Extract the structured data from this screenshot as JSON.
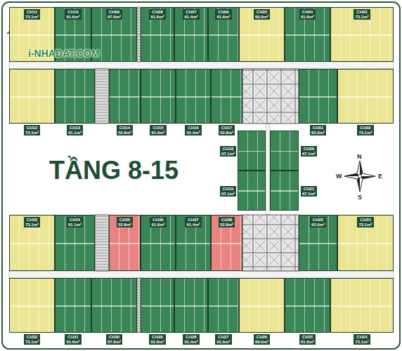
{
  "diagram": {
    "title": "TẦNG 8-15",
    "nodes": [
      {
        "text": [
          "CH11",
          "73.1m²"
        ]
      },
      {
        "text": [
          "CH10",
          "61.6m²"
        ]
      },
      {
        "text": [
          "CH09",
          "67.6m²"
        ]
      },
      {
        "text": [
          "CH08",
          "61.6m²"
        ]
      },
      {
        "text": [
          "CH07",
          "61.4m²"
        ]
      },
      {
        "text": [
          "CH06",
          "61.6m²"
        ]
      },
      {
        "text": [
          "CH05",
          "69.0m²"
        ]
      },
      {
        "text": [
          "CH04",
          "61.6m²"
        ]
      },
      {
        "text": [
          "CH03",
          "73.1m²"
        ]
      },
      {
        "text": [
          "CH12",
          "73.1m²"
        ]
      },
      {
        "text": [
          "CH13",
          "61.1m²"
        ]
      },
      {
        "text": [
          "CH14",
          "52.8m²"
        ]
      },
      {
        "text": [
          "CH15",
          "61.6m²"
        ]
      },
      {
        "text": [
          "CH16",
          "61.4m²"
        ]
      },
      {
        "text": [
          "CH17",
          "52.8m²"
        ]
      },
      {
        "text": [
          "CH01",
          "62.0m²"
        ]
      },
      {
        "text": [
          "CH02",
          "73.1m²"
        ]
      },
      {
        "text": [
          "CH18",
          "67.1m²"
        ]
      },
      {
        "text": [
          "CH20",
          "67.1m²"
        ]
      },
      {
        "text": [
          "CH19",
          "67.1m²"
        ]
      },
      {
        "text": [
          "CH21",
          "67.1m²"
        ]
      },
      {
        "text": [
          "CH33",
          "73.1m²"
        ]
      },
      {
        "text": [
          "CH34",
          "61.1m²"
        ]
      },
      {
        "text": [
          "CH35",
          "52.8m²"
        ]
      },
      {
        "text": [
          "CH36",
          "61.6m²"
        ]
      },
      {
        "text": [
          "CH37",
          "61.4m²"
        ]
      },
      {
        "text": [
          "CH38",
          "52.8m²"
        ]
      },
      {
        "text": [
          "CH22",
          "62.0m²"
        ]
      },
      {
        "text": [
          "CH23",
          "73.1m²"
        ]
      },
      {
        "text": [
          "CH32",
          "73.1m²"
        ]
      },
      {
        "text": [
          "CH31",
          "61.6m²"
        ]
      },
      {
        "text": [
          "CH30",
          "67.6m²"
        ]
      },
      {
        "text": [
          "CH29",
          "61.6m²"
        ]
      },
      {
        "text": [
          "CH28",
          "61.4m²"
        ]
      },
      {
        "text": [
          "CH27",
          "61.6m²"
        ]
      },
      {
        "text": [
          "CH26",
          "69.0m²"
        ]
      },
      {
        "text": [
          "CH25",
          "61.6m²"
        ]
      },
      {
        "text": [
          "CH24",
          "73.1m²"
        ]
      }
    ],
    "labels": [
      "i-NHADAT.COM",
      "N",
      "W",
      "E",
      "S"
    ]
  }
}
